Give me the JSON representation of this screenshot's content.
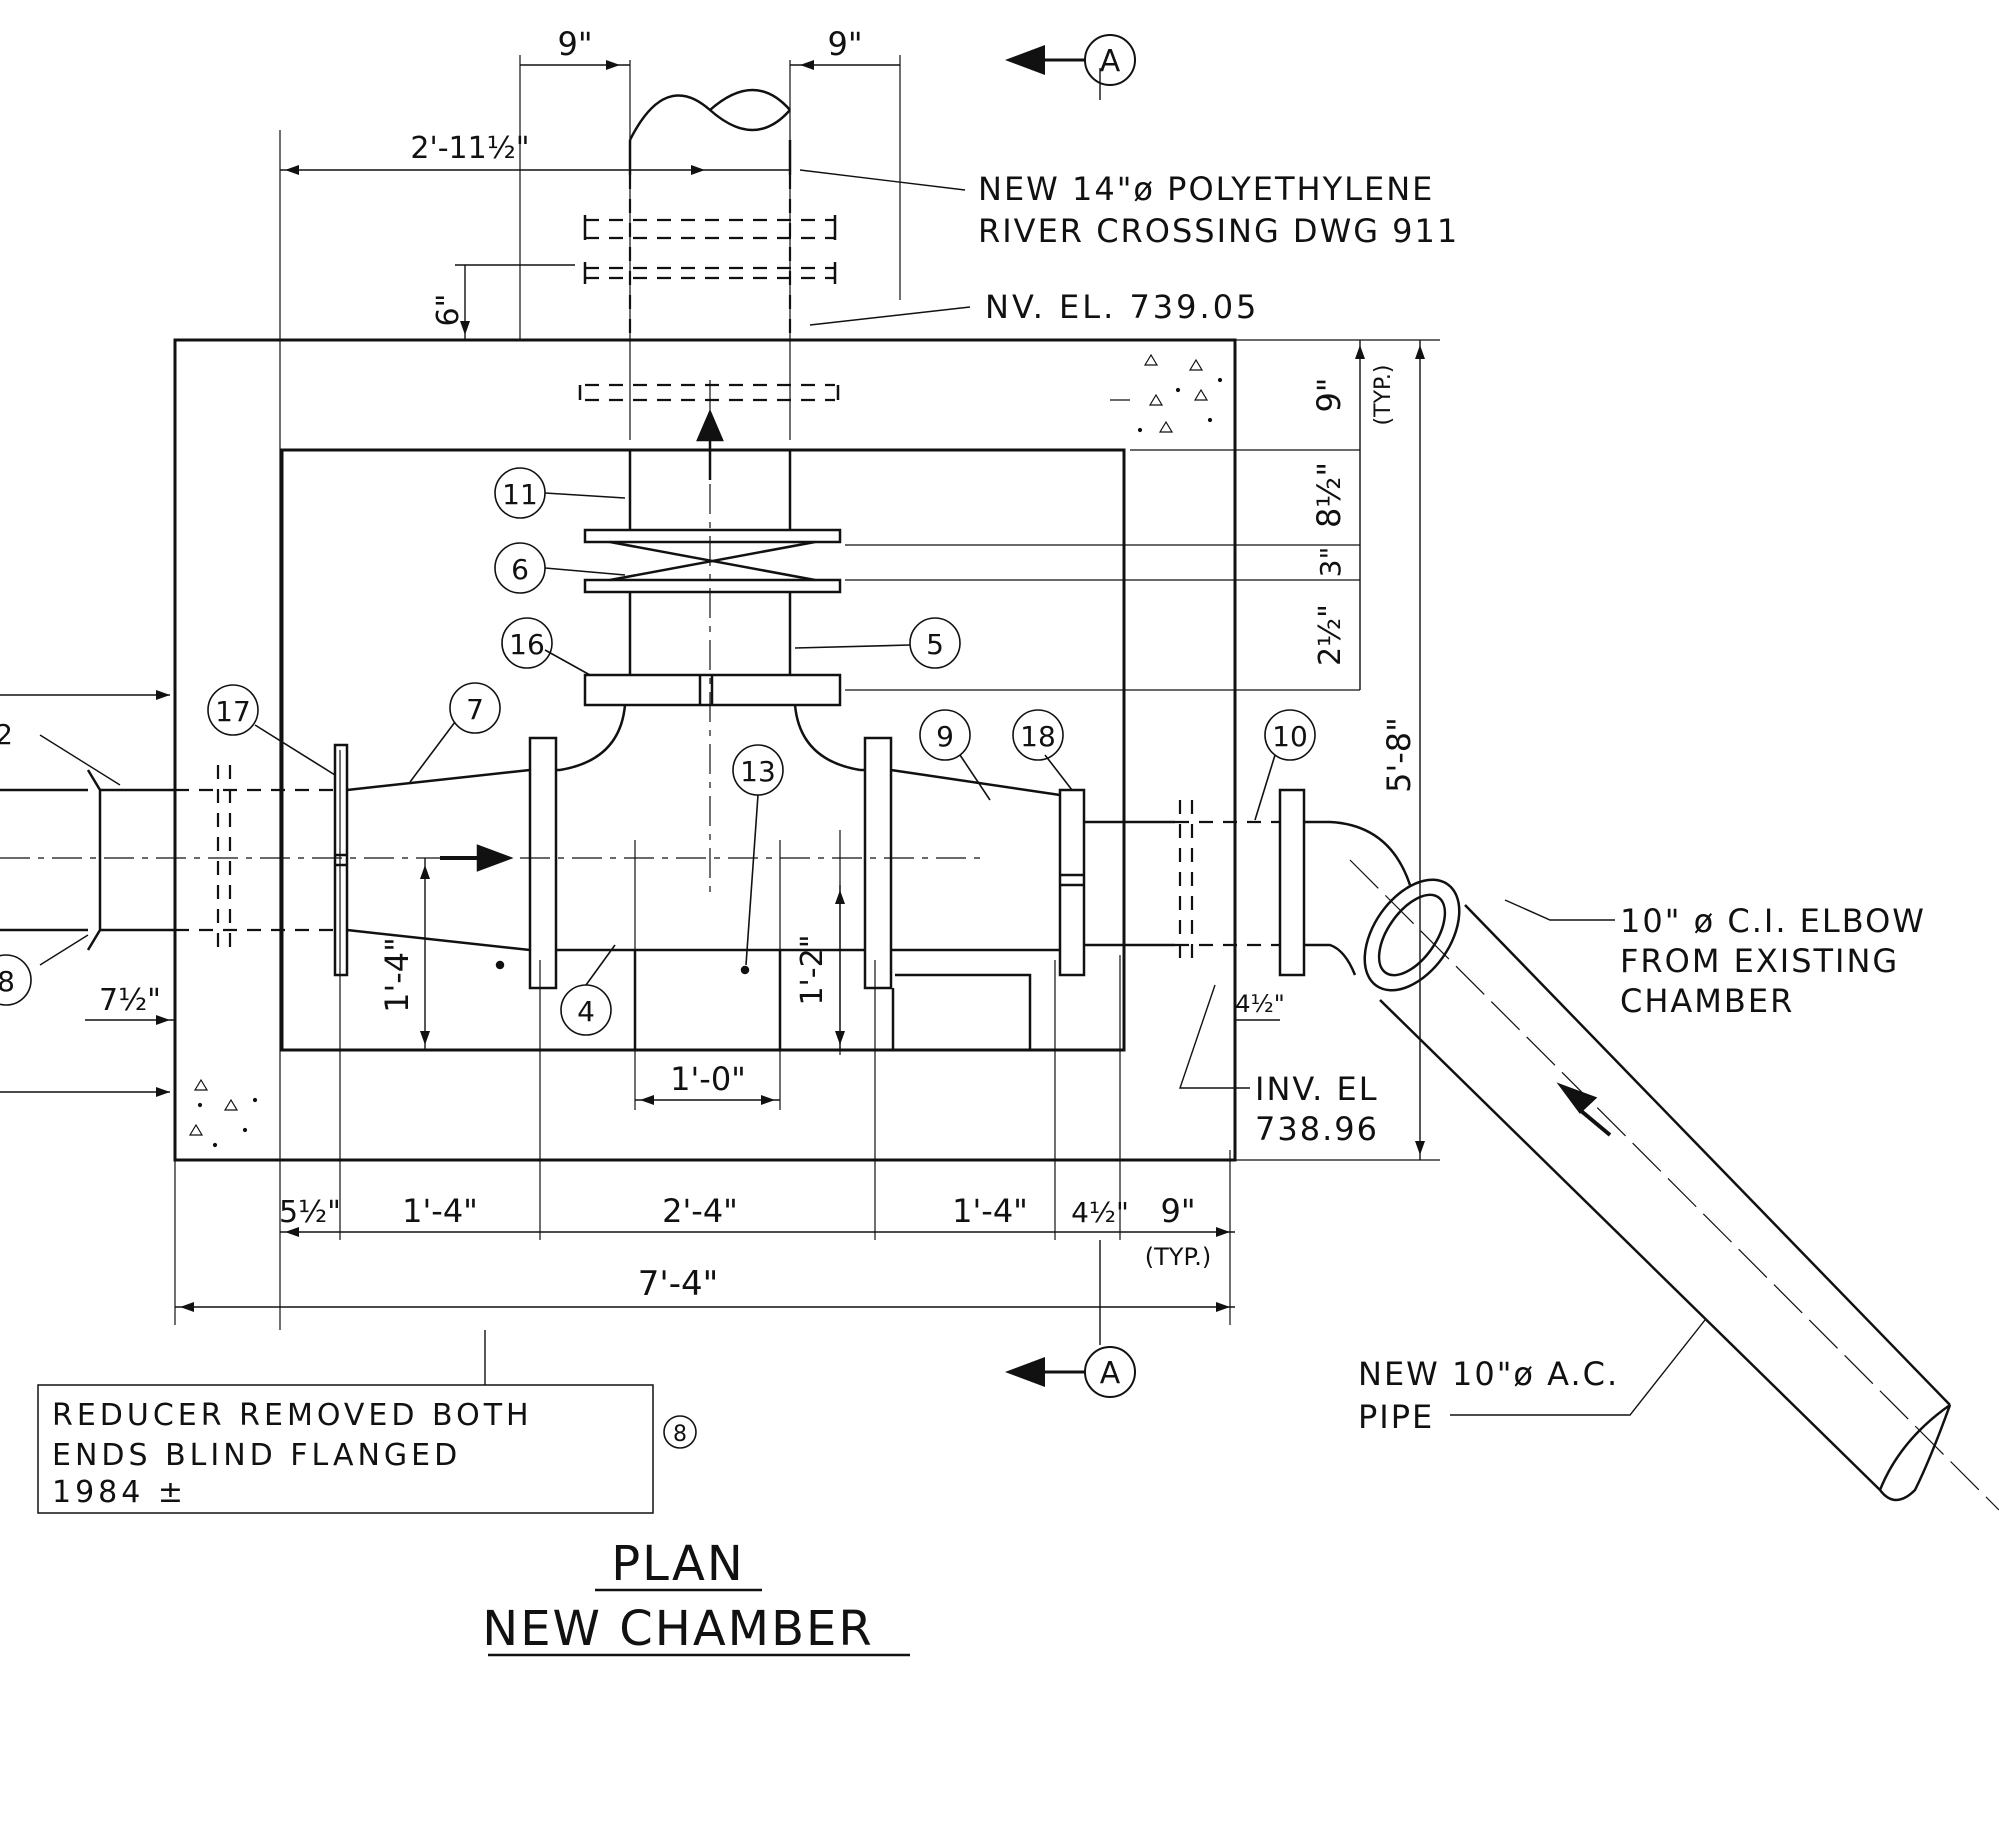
{
  "title": {
    "line1": "PLAN",
    "line2": "NEW CHAMBER"
  },
  "section_marks": {
    "top": "A",
    "bottom": "A"
  },
  "callouts": {
    "river_crossing": {
      "line1": "NEW 14\"ø POLYETHYLENE",
      "line2": "RIVER CROSSING DWG 911"
    },
    "inv_top": "NV. EL. 739.05",
    "elbow": {
      "line1": "10\" ø C.I. ELBOW",
      "line2": "FROM EXISTING",
      "line3": "CHAMBER"
    },
    "inv_bottom": {
      "line1": "INV. EL",
      "line2": "738.96"
    },
    "new_pipe": {
      "line1": "NEW 10\"ø A.C.",
      "line2": "PIPE"
    }
  },
  "note_box": {
    "line1": "REDUCER REMOVED BOTH",
    "line2": "ENDS BLIND FLANGED",
    "line3": "1984 ±",
    "ref": "8"
  },
  "dimensions": {
    "top_left_9": "9\"",
    "top_right_9": "9\"",
    "d_2_11_5": "2'-11½\"",
    "d_6": "6\"",
    "right_9_typ": "9\"",
    "right_typ": "(TYP.)",
    "right_8_5": "8½\"",
    "right_3": "3\"",
    "right_2_5": "2½\"",
    "overall_5_8": "5'-8\"",
    "left_7_5": "7½\"",
    "d_1_4_vertical": "1'-4\"",
    "d_1_2_vertical": "1'-2\"",
    "d_1_0": "1'-0\"",
    "d_4_5_side": "4½\"",
    "bottom_5_5": "5½\"",
    "bottom_1_4_a": "1'-4\"",
    "bottom_2_4": "2'-4\"",
    "bottom_1_4_b": "1'-4\"",
    "bottom_4_5": "4½\"",
    "bottom_9": "9\"",
    "bottom_typ": "(TYP.)",
    "overall_7_4": "7'-4\""
  },
  "item_numbers": [
    "11",
    "6",
    "16",
    "5",
    "17",
    "7",
    "13",
    "9",
    "18",
    "10",
    "4",
    "8",
    "2"
  ]
}
